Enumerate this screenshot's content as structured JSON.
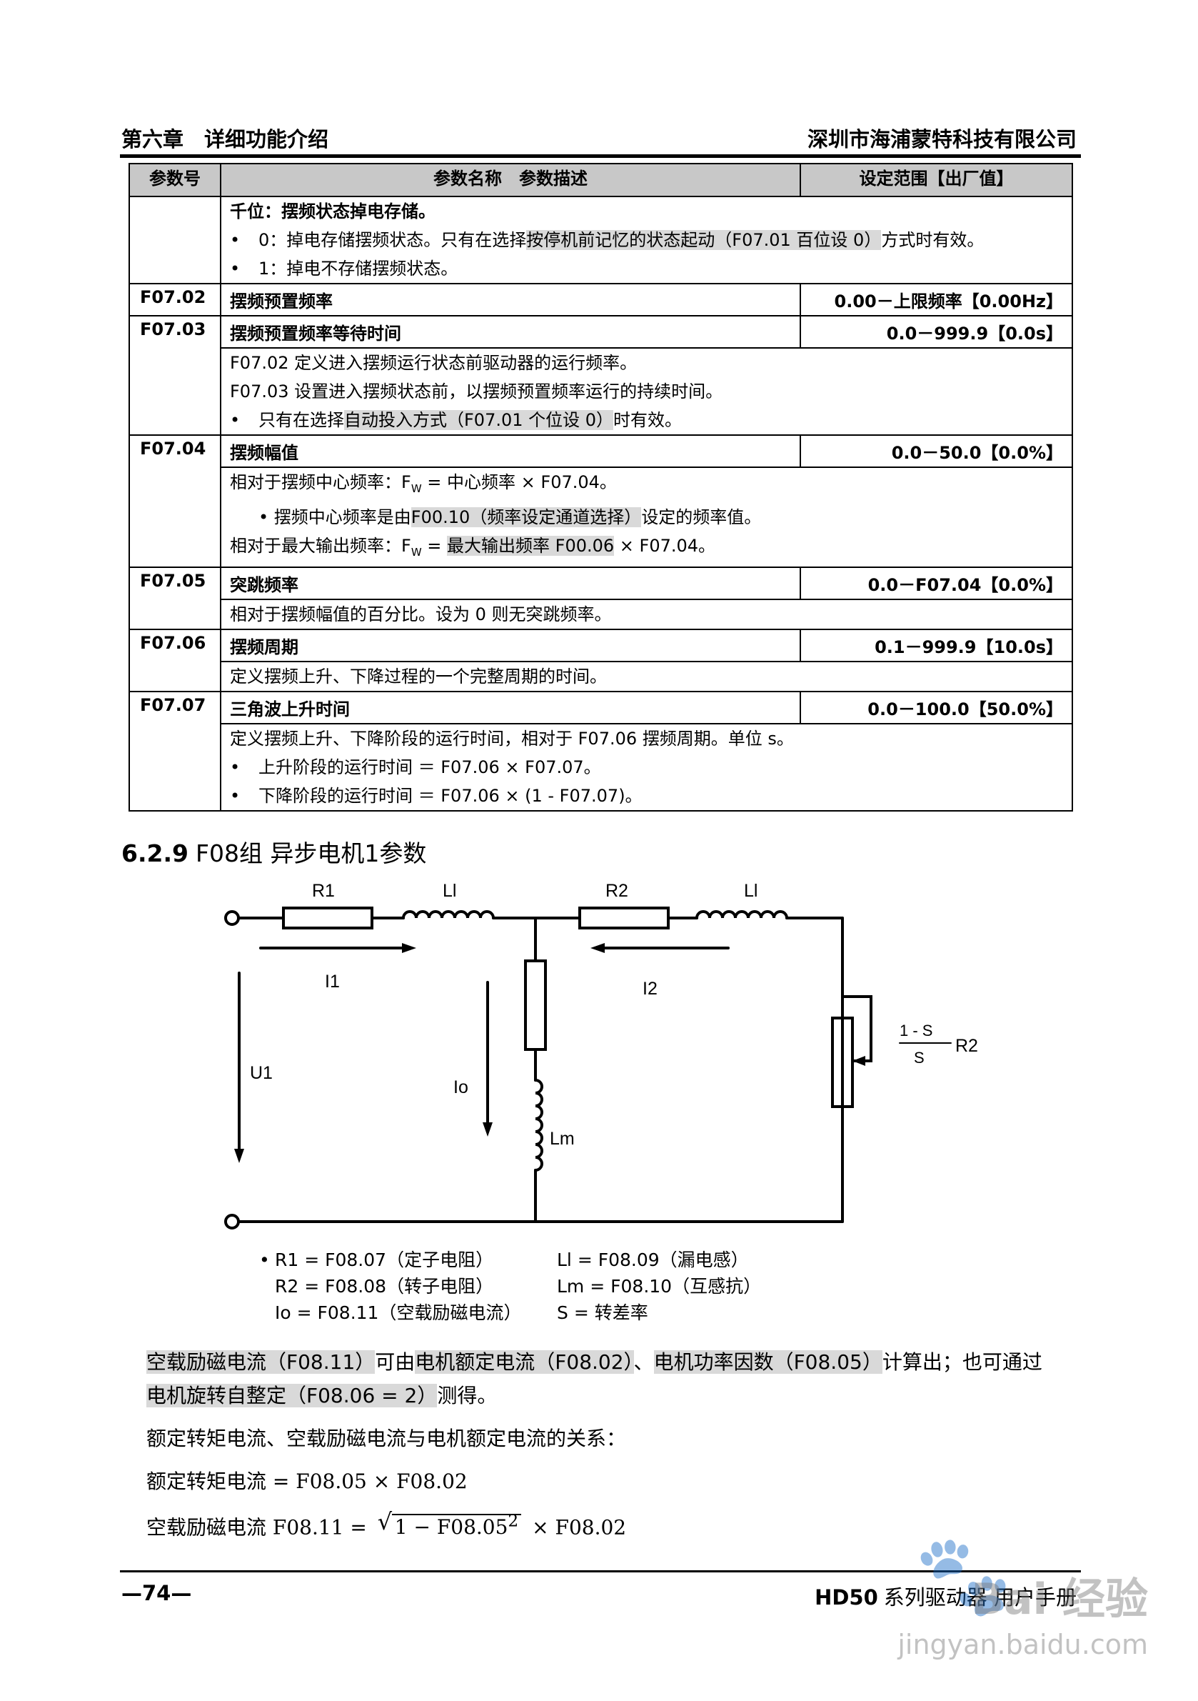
{
  "header": {
    "chapter": "第六章　详细功能介绍",
    "company": "深圳市海浦蒙特科技有限公司"
  },
  "table": {
    "headers": [
      "参数号",
      "参数名称　参数描述",
      "设定范围【出厂值】"
    ],
    "intro": {
      "title": "千位：摆频状态掉电存储。",
      "line1_pre": "0：掉电存储摆频状态。只有在选择",
      "line1_hl": "按停机前记忆的状态起动（F07.01 百位设 0）",
      "line1_post": "方式时有效。",
      "line2": "1：掉电不存储摆频状态。"
    },
    "p0702": {
      "code": "F07.02",
      "name": "摆频预置频率",
      "range": "0.00－上限频率【0.00Hz】"
    },
    "p0703": {
      "code": "F07.03",
      "name": "摆频预置频率等待时间",
      "range": "0.0－999.9【0.0s】",
      "d1": "F07.02 定义进入摆频运行状态前驱动器的运行频率。",
      "d2": "F07.03 设置进入摆频状态前，以摆频预置频率运行的持续时间。",
      "d3_pre": "只有在选择",
      "d3_hl": "自动投入方式（F07.01 个位设 0）",
      "d3_post": "时有效。"
    },
    "p0704": {
      "code": "F07.04",
      "name": "摆频幅值",
      "range": "0.0－50.0【0.0%】",
      "d1": "相对于摆频中心频率：F",
      "d1_sub": "W",
      "d1_post": " =  中心频率  × F07.04。",
      "d2_pre": "• 摆频中心频率是由",
      "d2_hl": "F00.10（频率设定通道选择）",
      "d2_post": "设定的频率值。",
      "d3": "相对于最大输出频率：F",
      "d3_sub": "W",
      "d3_mid": " = ",
      "d3_hl": "最大输出频率 F00.06",
      "d3_post": " × F07.04。"
    },
    "p0705": {
      "code": "F07.05",
      "name": "突跳频率",
      "range": "0.0－F07.04【0.0%】",
      "d1": "相对于摆频幅值的百分比。设为 0 则无突跳频率。"
    },
    "p0706": {
      "code": "F07.06",
      "name": "摆频周期",
      "range": "0.1－999.9【10.0s】",
      "d1": "定义摆频上升、下降过程的一个完整周期的时间。"
    },
    "p0707": {
      "code": "F07.07",
      "name": "三角波上升时间",
      "range": "0.0－100.0【50.0%】",
      "d1": "定义摆频上升、下降阶段的运行时间，相对于 F07.06 摆频周期。单位 s。",
      "d2": "上升阶段的运行时间  ＝  F07.06 × F07.07。",
      "d3": "下降阶段的运行时间  ＝  F07.06 × (1 - F07.07)。"
    },
    "bullet": "•"
  },
  "section": {
    "number": "6.2.9",
    "title": "F08组  异步电机1参数"
  },
  "circuit": {
    "R1": "R1",
    "Ll_a": "Ll",
    "R2": "R2",
    "Ll_b": "Ll",
    "I1": "I1",
    "I2": "I2",
    "U1": "U1",
    "Io": "Io",
    "Lm": "Lm",
    "frac_num": "1 - S",
    "frac_den": "S",
    "frac_r": "R2"
  },
  "legend": {
    "bullet": "•",
    "r1a": "R1 = F08.07（定子电阻）",
    "r1b": "Ll = F08.09（漏电感）",
    "r2a": "R2 = F08.08（转子电阻）",
    "r2b": "Lm = F08.10（互感抗）",
    "r3a": "Io =  F08.11（空载励磁电流）",
    "r3b": "S = 转差率"
  },
  "para1": {
    "hl1": "空载励磁电流（F08.11）",
    "t1": "可由",
    "hl2": "电机额定电流（F08.02）",
    "t2": "、",
    "hl3": "电机功率因数（F08.05）",
    "t3": "计算出；也可通过",
    "hl4": "电机旋转自整定（F08.06 = 2）",
    "t4": "测得。"
  },
  "para2": "额定转矩电流、空载励磁电流与电机额定电流的关系：",
  "formula1": "额定转矩电流 =  F08.05  × F08.02",
  "formula2": {
    "pre": "空载励磁电流 F08.11 = ",
    "radicand": "1 − F08.05",
    "sup": "2",
    "post": "  × F08.02"
  },
  "footer": {
    "page": "—74—",
    "model": "HD50",
    "manual": "系列驱动器  用户手册"
  },
  "watermark": {
    "brand": "Bai 经验",
    "url": "jingyan.baidu.com"
  }
}
